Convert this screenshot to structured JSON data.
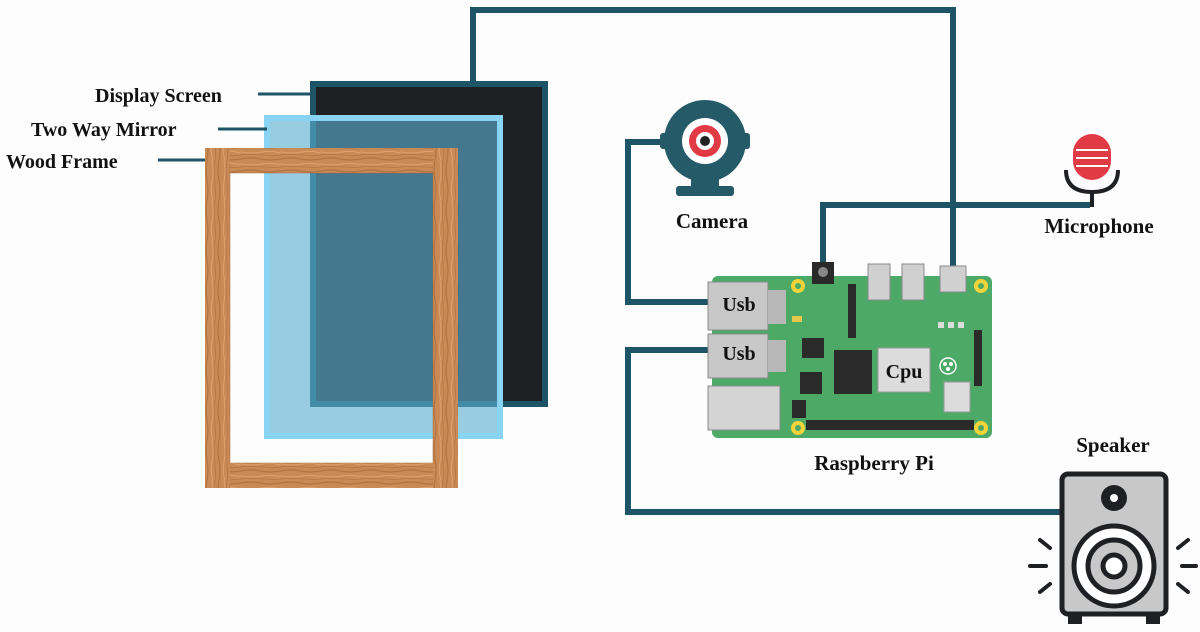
{
  "labels": {
    "display_screen": "Display Screen",
    "two_way_mirror": "Two Way Mirror",
    "wood_frame": "Wood Frame",
    "camera": "Camera",
    "microphone": "Microphone",
    "raspberry_pi": "Raspberry Pi",
    "usb_top": "Usb",
    "usb_bottom": "Usb",
    "cpu": "Cpu",
    "speaker": "Speaker"
  },
  "colors": {
    "wire": "#1e5566",
    "display_screen": "#1e2023",
    "mirror_fill": "#5aaed0",
    "mirror_border": "#7fd0f0",
    "wood": "#c98a55",
    "board": "#4caa66",
    "mic_red": "#e23a45",
    "camera_body": "#255a68",
    "speaker_body": "#c8c8c8"
  },
  "icons": [
    "camera-icon",
    "microphone-icon",
    "raspberry-pi-board",
    "speaker-icon"
  ]
}
